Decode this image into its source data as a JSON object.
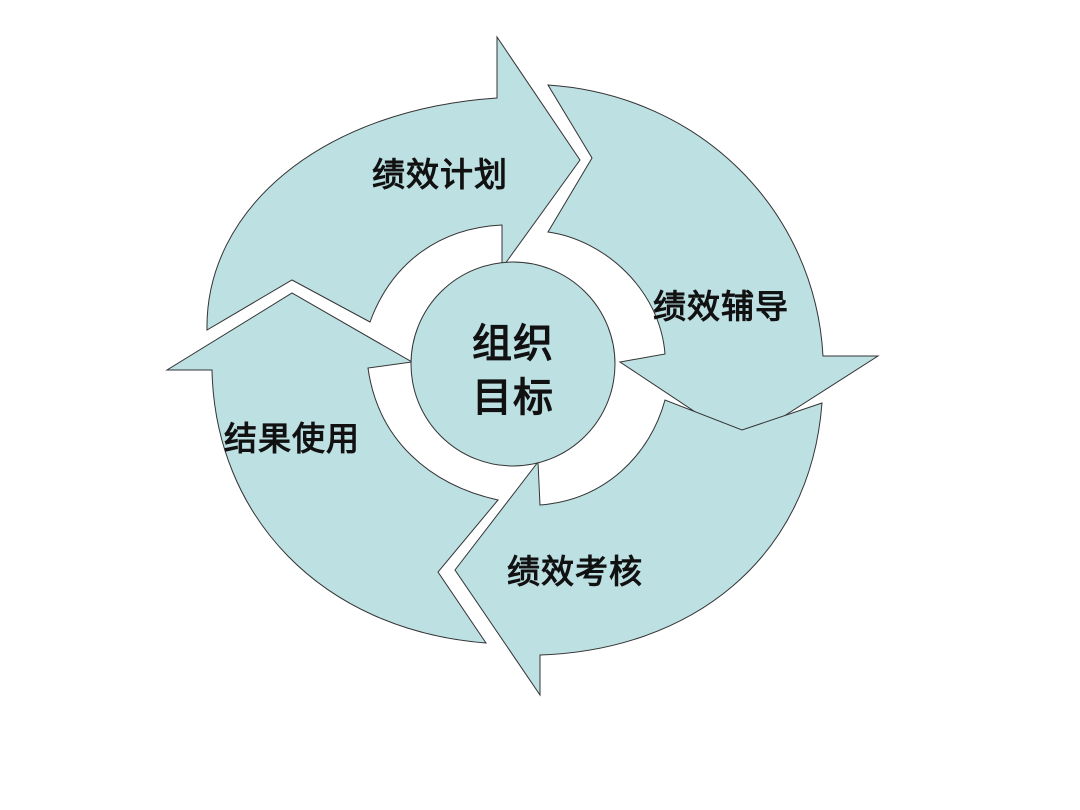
{
  "diagram": {
    "center_label_line1": "组织",
    "center_label_line2": "目标",
    "stages": {
      "plan": "绩效计划",
      "coaching": "绩效辅导",
      "assessment": "绩效考核",
      "use_of_results": "结果使用"
    },
    "colors": {
      "fill": "#bde0e3",
      "outline": "#333333",
      "text": "#111111"
    }
  }
}
